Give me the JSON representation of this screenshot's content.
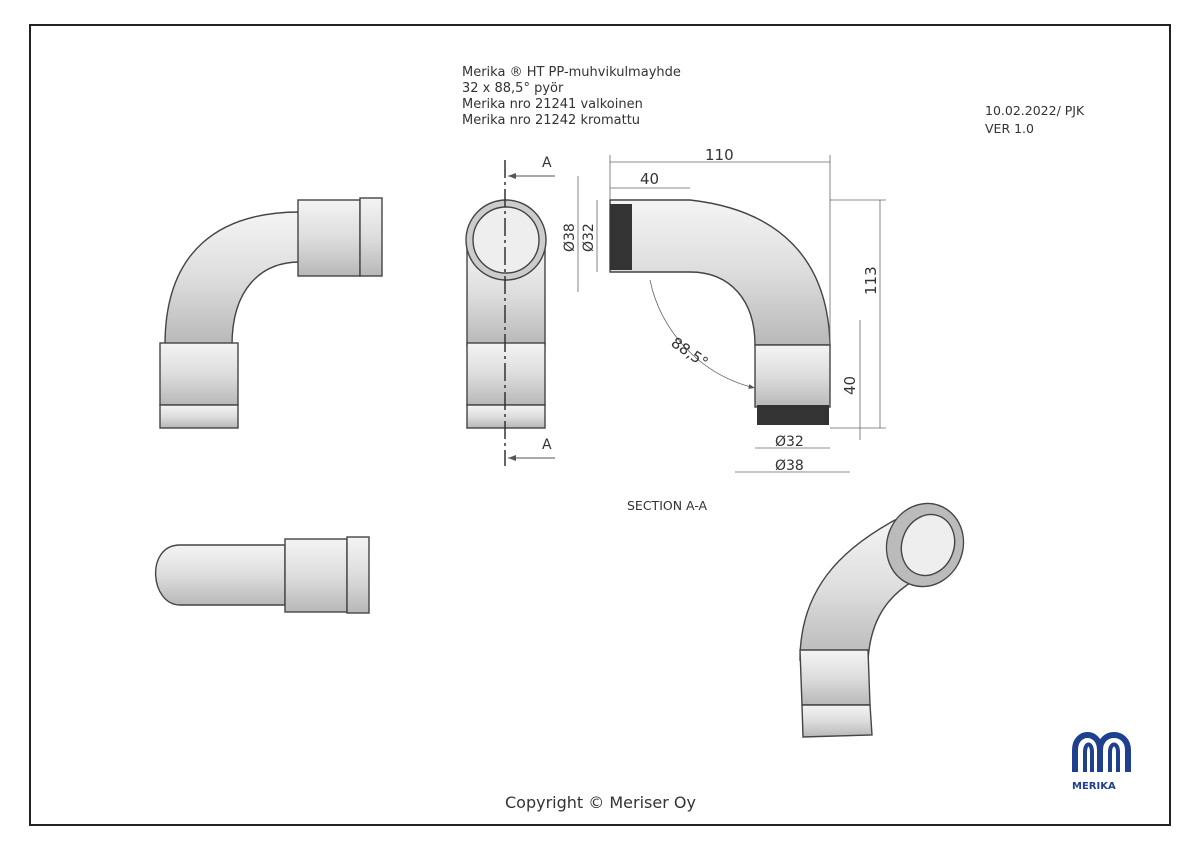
{
  "title_block": {
    "line1": "Merika ® HT PP-muhvikulmayhde",
    "line2": "32 x 88,5°  pyör",
    "line3": "Merika nro  21241  valkoinen",
    "line4": "Merika nro  21242  kromattu"
  },
  "revision": {
    "date": "10.02.2022/ PJK",
    "version": "VER 1.0"
  },
  "section_marker": "A",
  "section_label": "SECTION A-A",
  "dimensions": {
    "length": "110",
    "socket_depth_top": "40",
    "outer_dia_top": "Ø38",
    "inner_dia_top": "Ø32",
    "height": "113",
    "angle": "88,5°",
    "socket_depth_bottom": "40",
    "inner_dia_bottom": "Ø32",
    "outer_dia_bottom": "Ø38"
  },
  "copyright": "Copyright © Meriser Oy",
  "logo": {
    "text": "MERIKA",
    "color": "#1f3f8f"
  }
}
